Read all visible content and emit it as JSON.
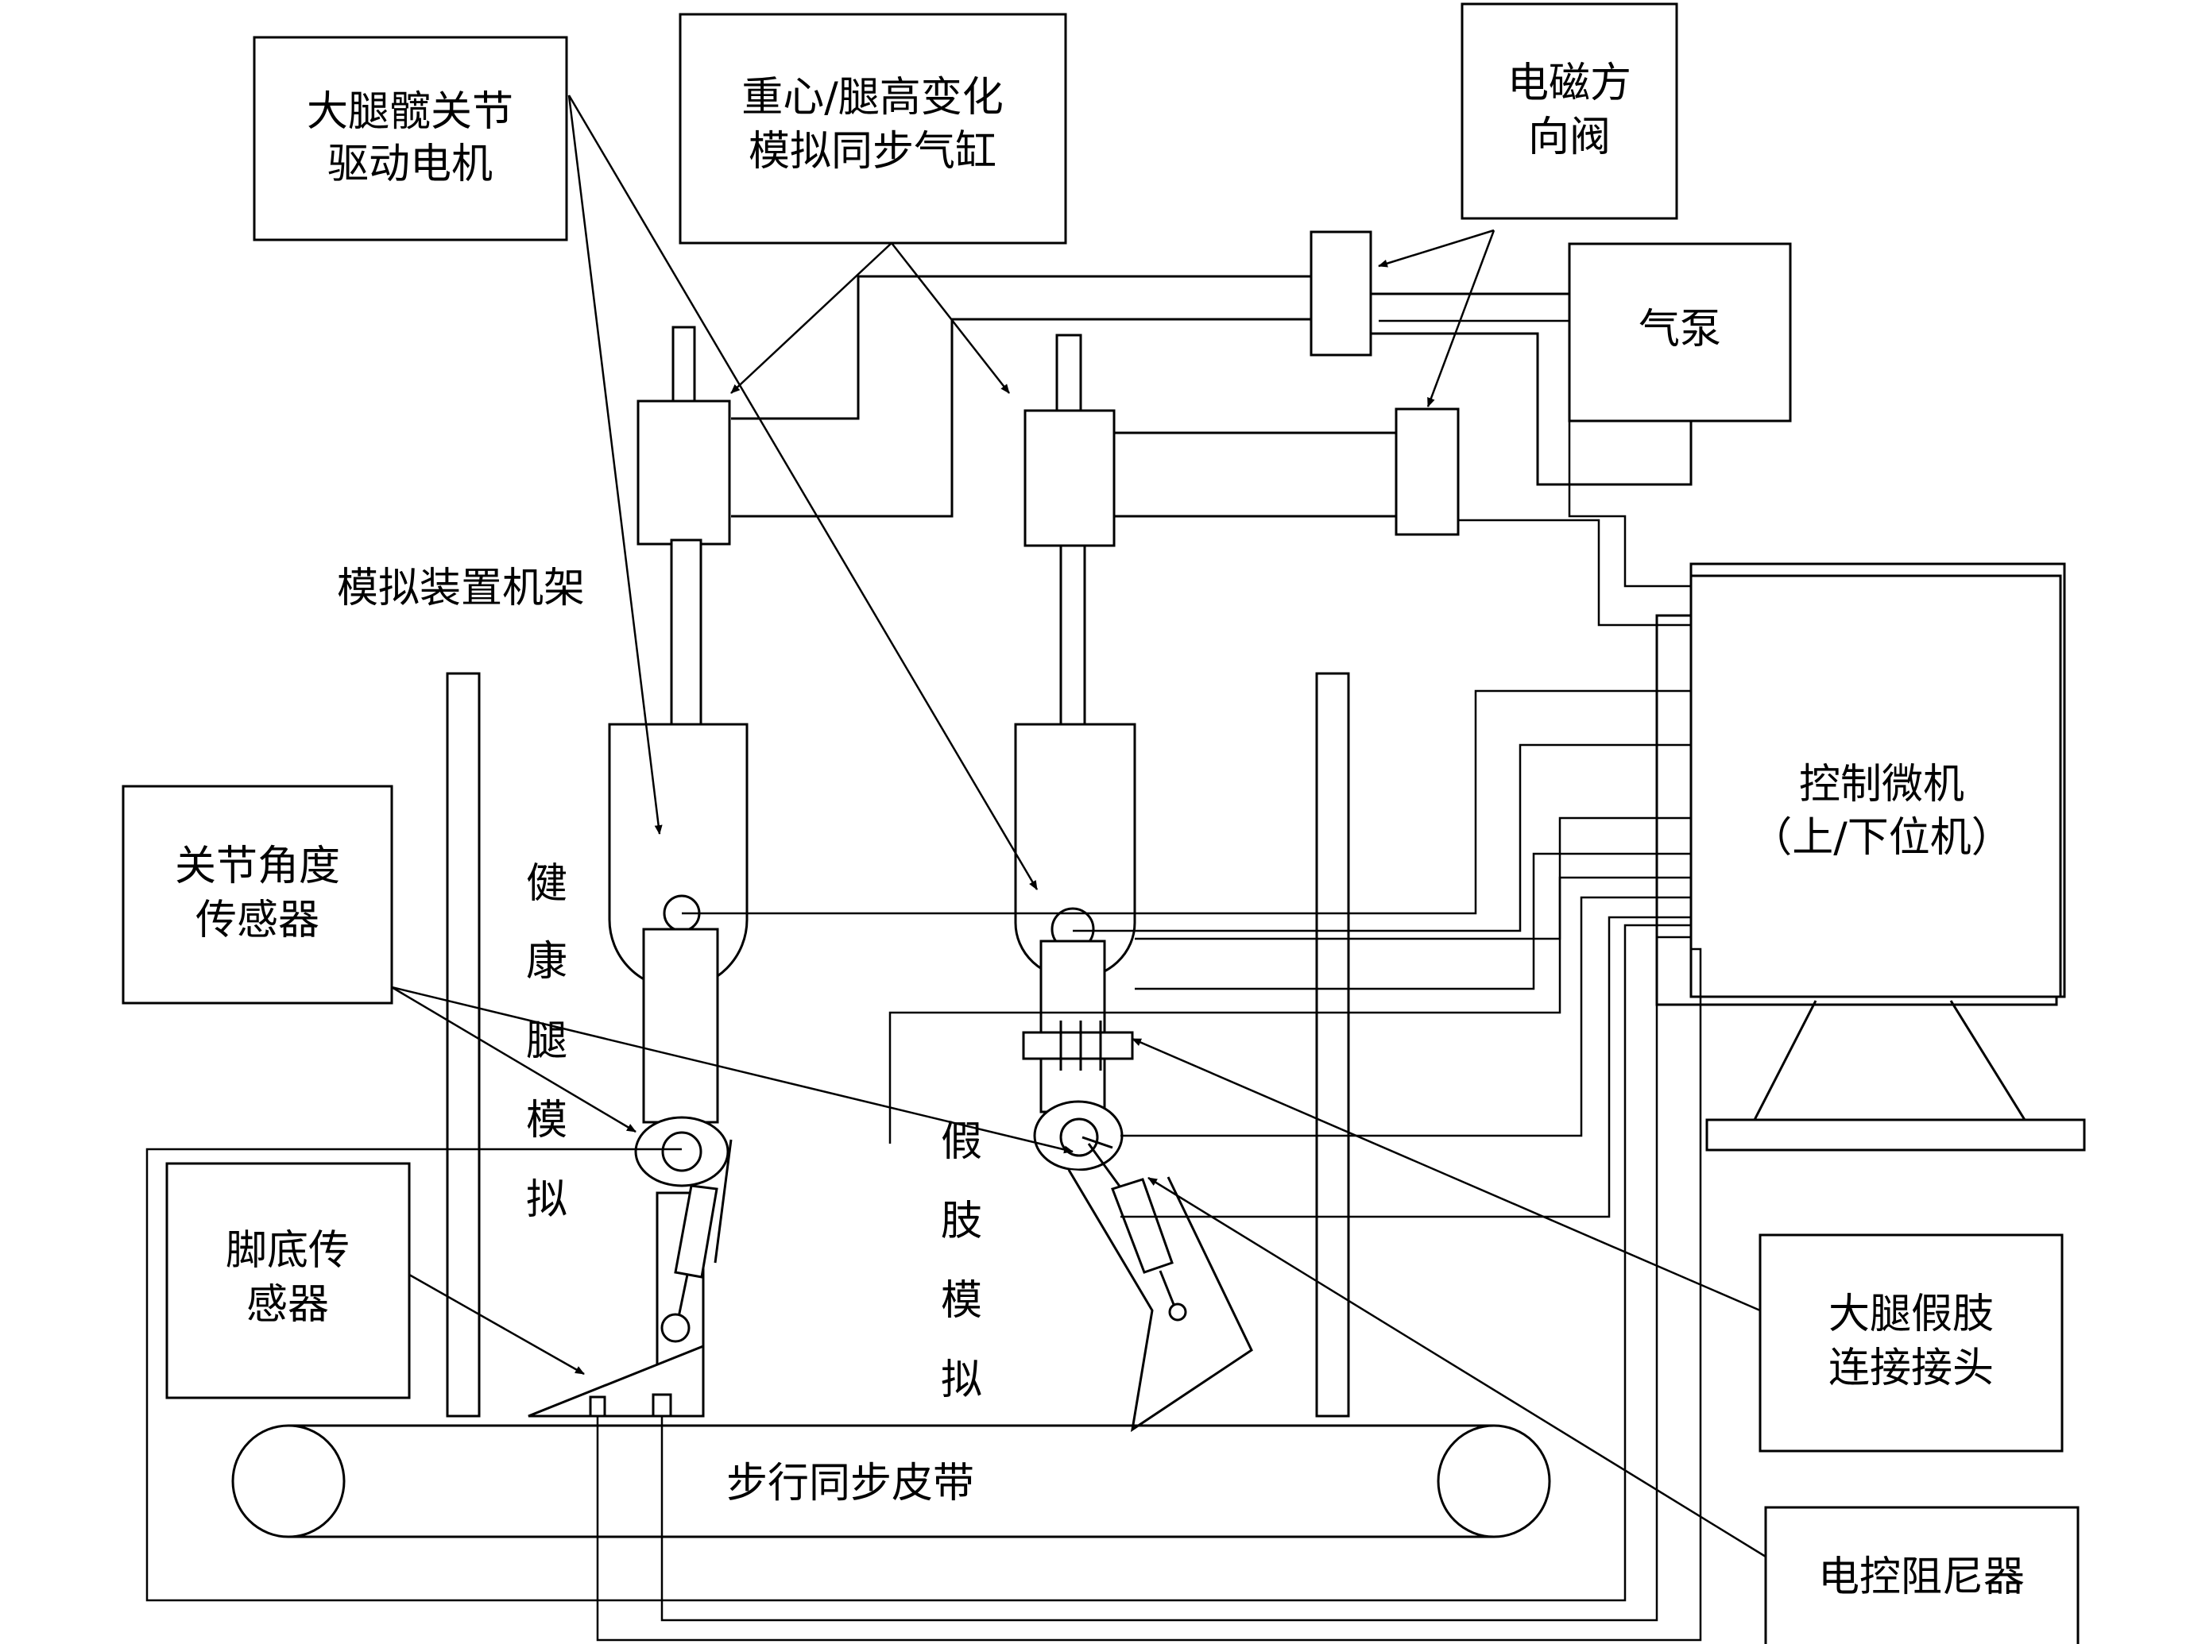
{
  "labels": {
    "hip_motor": [
      "大腿髋关节",
      "驱动电机"
    ],
    "cog_cylinder": [
      "重心/腿高变化",
      "模拟同步气缸"
    ],
    "solenoid_valve": [
      "电磁方",
      "向阀"
    ],
    "air_pump": "气泵",
    "frame": "模拟装置机架",
    "joint_sensor": [
      "关节角度",
      "传感器"
    ],
    "healthy_leg": [
      "健",
      "康",
      "腿",
      "模",
      "拟"
    ],
    "prosthesis": [
      "假",
      "肢",
      "模",
      "拟"
    ],
    "controller": [
      "控制微机",
      "（上/下位机）"
    ],
    "foot_sensor": [
      "脚底传",
      "感器"
    ],
    "thigh_connector": [
      "大腿假肢",
      "连接接头"
    ],
    "belt": "步行同步皮带",
    "damper": "电控阻尼器"
  }
}
